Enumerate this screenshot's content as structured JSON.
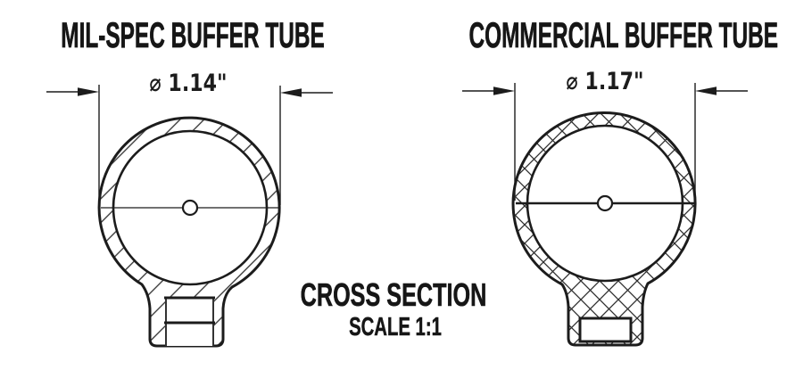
{
  "drawing": {
    "background_color": "#ffffff",
    "line_color": "#1c1c1c",
    "caption_title": "CROSS SECTION",
    "caption_scale": "SCALE 1:1"
  },
  "sections": [
    {
      "title": "MIL-SPEC BUFFER TUBE",
      "diameter_label": "⌀ 1.14\"",
      "diameter_inches": "1.14",
      "hatch_style": "diagonal"
    },
    {
      "title": "COMMERCIAL BUFFER TUBE",
      "diameter_label": "⌀ 1.17\"",
      "diameter_inches": "1.17",
      "hatch_style": "crosshatch"
    }
  ]
}
